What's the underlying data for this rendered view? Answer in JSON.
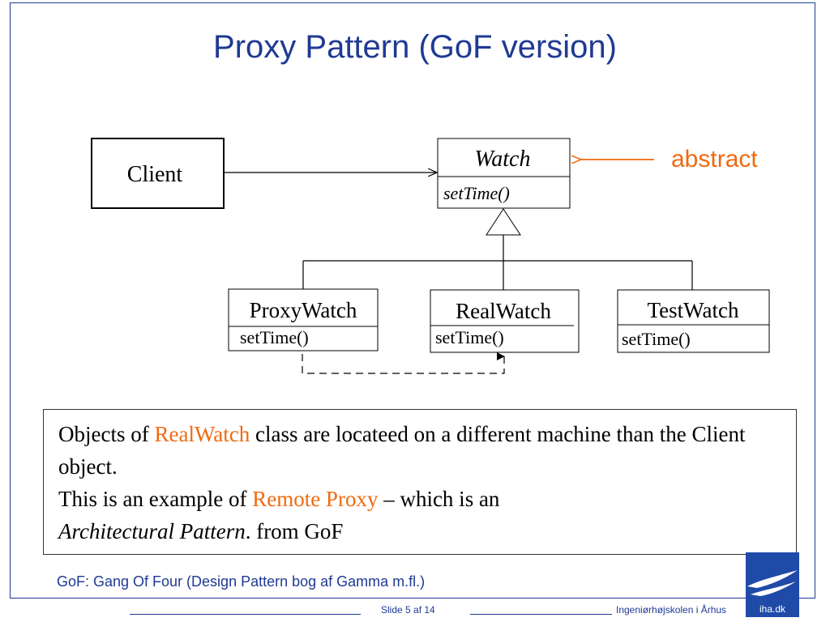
{
  "slide": {
    "title": "Proxy Pattern (GoF version)",
    "footnote": "GoF: Gang Of Four (Design Pattern bog af Gamma m.fl.)",
    "slide_label": "Slide 5 af  14",
    "school": "Ingeniørhøjskolen i Århus",
    "logo_text": "iha.dk"
  },
  "diagram": {
    "client": "Client",
    "watch": {
      "name": "Watch",
      "method": "setTime()"
    },
    "abstract_label": "abstract",
    "subclasses": [
      {
        "name": "ProxyWatch",
        "method": "setTime()"
      },
      {
        "name": "RealWatch",
        "method": "setTime()"
      },
      {
        "name": "TestWatch",
        "method": "setTime()"
      }
    ]
  },
  "note": {
    "p1_a": "Objects of ",
    "p1_highlight": "RealWatch",
    "p1_b": " class are locateed on a different machine than the Client object.",
    "p2_a": "This is an example of ",
    "p2_highlight": "Remote Proxy",
    "p2_b": " – which is an",
    "p3_italic": "Architectural Pattern",
    "p3_b": ". from GoF"
  },
  "colors": {
    "title_blue": "#1f3a93",
    "accent_orange": "#f06a10"
  }
}
